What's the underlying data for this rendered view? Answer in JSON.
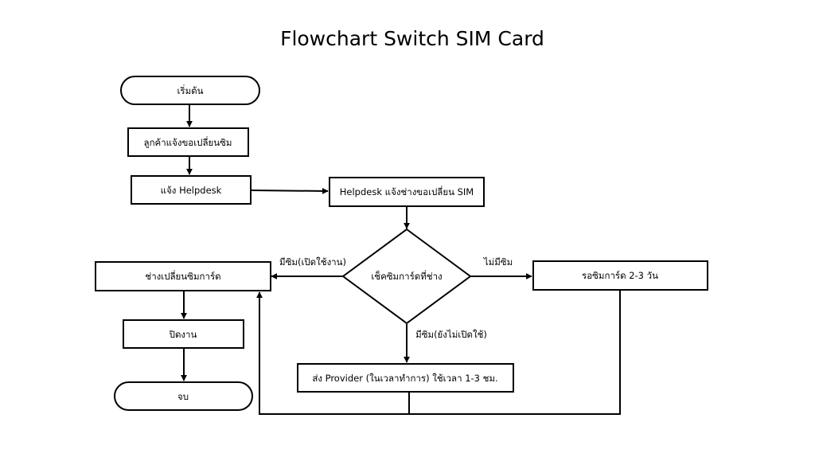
{
  "title": "Flowchart Switch SIM Card",
  "nodes": {
    "start": "เริ่มต้น",
    "customer_request": "ลูกค้าแจ้งขอเปลี่ยนซิม",
    "notify_helpdesk": "แจ้ง Helpdesk",
    "helpdesk_notify_tech": "Helpdesk แจ้งช่างขอเปลี่ยน SIM",
    "check_sim": "เช็คซิมการ์ดที่ช่าง",
    "tech_change_sim": "ช่างเปลี่ยนซิมการ์ด",
    "wait_sim": "รอซิมการ์ด 2-3 วัน",
    "close_job": "ปิดงาน",
    "send_provider": "ส่ง Provider (ในเวลาทำการ) ใช้เวลา 1-3 ชม.",
    "end": "จบ"
  },
  "edges": {
    "has_sim_active": "มีซิม(เปิดใช้งาน)",
    "no_sim": "ไม่มีซิม",
    "has_sim_inactive": "มีซิม(ยังไม่เปิดใช้)"
  }
}
